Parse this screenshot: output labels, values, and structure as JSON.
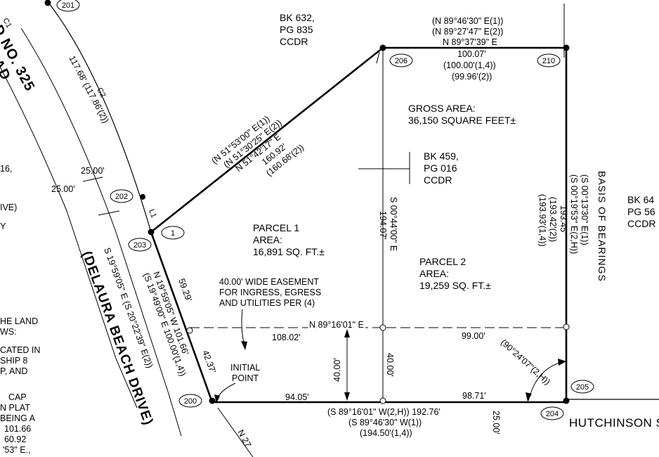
{
  "points": {
    "p201": "201",
    "p202": "202",
    "p203": "203",
    "p200": "200",
    "p206": "206",
    "p210": "210",
    "p205": "205",
    "p204": "204",
    "p1": "1"
  },
  "labels": {
    "bk632": "BK 632,",
    "pg835": "PG 835",
    "ccdr_top": "CCDR",
    "north_b1": "(N 89°46'30\" E(1))",
    "north_b2": "(N 89°27'47\" E(2))",
    "north_b3": "N 89°37'39\" E",
    "north_d1": "100.07'",
    "north_d2": "(100.00'(1,4))",
    "north_d3": "(99.96'(2))",
    "gross1": "GROSS AREA:",
    "gross2": "36,150 SQUARE FEET±",
    "bk459": "BK 459,",
    "pg016": "PG 016",
    "ccdr_mid": "CCDR",
    "diag1": "(N 51°53'00\" E(1))",
    "diag2": "(N 51°30'25\" E(2))",
    "diag3": "N 51°42'17\" E",
    "diag4": "160.92'",
    "diag5": "(160.68'(2))",
    "parcel1_t": "PARCEL 1",
    "parcel1_a": "AREA:",
    "parcel1_v": "16,891 SQ. FT.±",
    "parcel2_t": "PARCEL 2",
    "parcel2_a": "AREA:",
    "parcel2_v": "19,259 SQ. FT.±",
    "mid_line": "S 00°44'00\" E",
    "mid_dist": "194.07'",
    "east_1": "(S 00°13'30\" E(1))",
    "east_2": "(S 00°19'53\" E(2,H))",
    "east_3": "193.45'",
    "east_4": "(193.42'(2))",
    "east_5": "(193.93'(1,4))",
    "basis": "BASIS OF BEARINGS",
    "bk64": "BK 64",
    "pg56": "PG 56",
    "ccdr_r": "CCDR",
    "ease1": "40.00' WIDE EASEMENT",
    "ease2": "FOR INGRESS, EGRESS",
    "ease3": "AND UTILITIES PER (4)",
    "ease_b": "N 89°16'01\" E",
    "ease_d1": "108.02'",
    "ease_d2": "99.00'",
    "angle": "(90°24'07\"(2,H))",
    "w1": "59.29'",
    "w2": "N 19°59'05\" W  101.66'",
    "w3": "(S 19°49'00\" E  100.00'(1,4))",
    "w4": "42.37'",
    "initial1": "INITIAL",
    "initial2": "POINT",
    "d40a": "40.00'",
    "d40b": "40.00'",
    "s_d1": "94.05'",
    "s_d2": "98.71'",
    "s_b1": "(S 89°16'01\" W(2,H))  192.76'",
    "s_b2": "(S 89°46'30\" W(1))",
    "s_b3": "(194.50'(1,4))",
    "hutch": "HUTCHINSON S",
    "d25r": "25.00'",
    "road_top1": "D NO. 325",
    "road_top2": "OAD",
    "c1": "C1",
    "c2": "C2",
    "c2d": "117.68' (117.86'(2))",
    "d25a": "25.00'",
    "d25b": "25.00'",
    "l1": "L1",
    "road_b": "S 19°59'05\" E  (S 20°22'39\" E(2))",
    "delaura": "(DELAURA BEACH DRIVE)",
    "n27": "N 27",
    "left1": "16,",
    "left2": "IVE)",
    "left3": "Y",
    "left4": "HE LAND",
    "left5": "WS:",
    "left6": "CATED IN",
    "left7": "SHIP 8",
    "left8": "P, AND",
    "left9": "CAP",
    "left10": "N PLAT",
    "left11": "BEING A",
    "left12": "101.66",
    "left13": "60.92",
    "left14": "'53\" E.,"
  }
}
